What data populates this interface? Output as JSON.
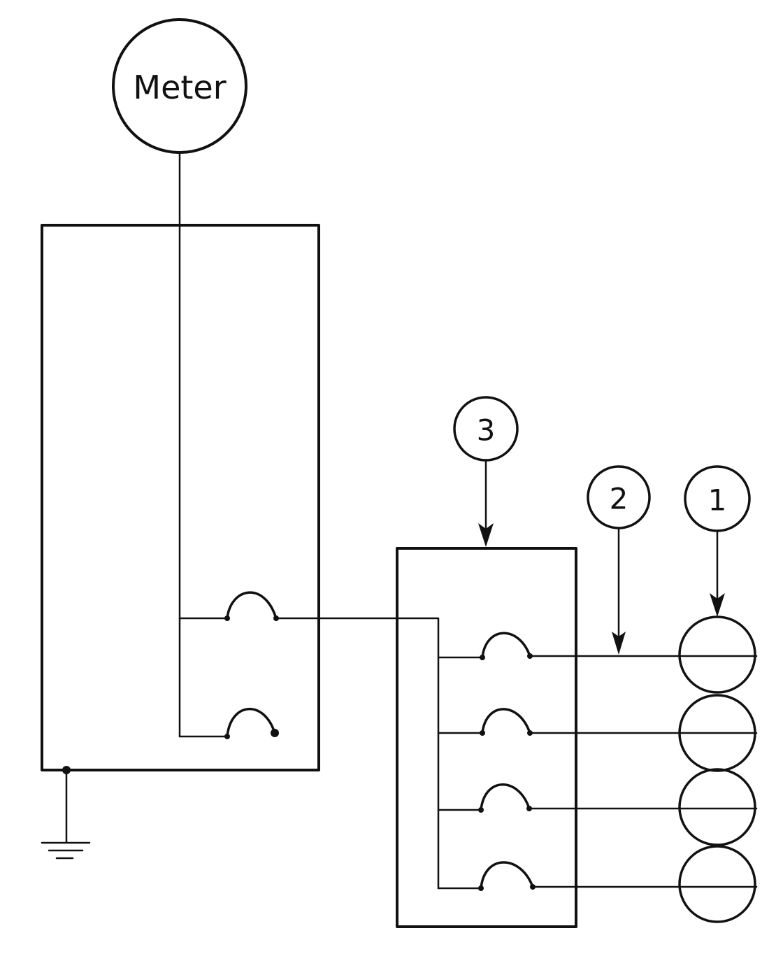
{
  "meter": {
    "label": "Meter"
  },
  "callouts": [
    {
      "id": "1",
      "label": "1"
    },
    {
      "id": "2",
      "label": "2"
    },
    {
      "id": "3",
      "label": "3"
    }
  ],
  "colors": {
    "line": "#111111",
    "background": "#ffffff"
  }
}
